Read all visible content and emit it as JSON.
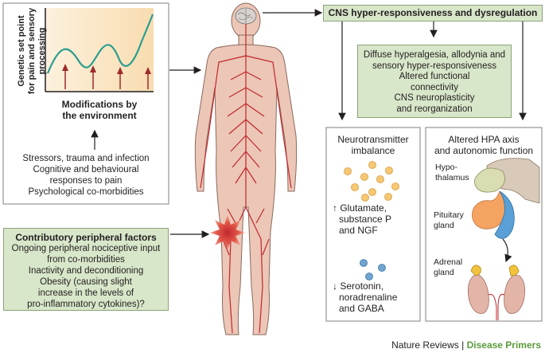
{
  "genetics": {
    "ylabel_lines": [
      "Genetic set point",
      "for pain and sensory",
      "processing"
    ],
    "xlabel_lines": [
      "Modifications by",
      "the environment"
    ],
    "factors": [
      "Stressors, trauma and infection",
      "Cognitive and behavioural",
      "responses to pain",
      "Psychological co-morbidities"
    ]
  },
  "peripheral": {
    "title": "Contributory peripheral factors",
    "lines": [
      "Ongoing peripheral nociceptive input",
      "from co-morbidities",
      "Inactivity and deconditioning",
      "Obesity (causing slight",
      "increase in the levels of",
      "pro-inflammatory cytokines)?"
    ]
  },
  "cns": {
    "title": "CNS hyper-responsiveness and dysregulation",
    "effects": [
      "Diffuse hyperalgesia, allodynia and",
      "sensory hyper-responsiveness",
      "Altered functional",
      "connectivity",
      "CNS neuroplasticity",
      "and reorganization"
    ]
  },
  "neurotransmitter": {
    "title_lines": [
      "Neurotransmitter",
      "imbalance"
    ],
    "up_arrow": "↑",
    "up_lines": [
      "Glutamate,",
      "substance P",
      "and NGF"
    ],
    "down_arrow": "↓",
    "down_lines": [
      "Serotonin,",
      "noradrenaline",
      "and GABA"
    ],
    "up_color": "#f7c873",
    "down_color": "#6fa4cf"
  },
  "hpa": {
    "title_lines": [
      "Altered HPA axis",
      "and autonomic function"
    ],
    "hypothalamus_lines": [
      "Hypo-",
      "thalamus"
    ],
    "pituitary_lines": [
      "Pituitary",
      "gland"
    ],
    "adrenal_lines": [
      "Adrenal",
      "gland"
    ]
  },
  "footer": {
    "journal": "Nature Reviews",
    "separator": "|",
    "series": "Disease Primers",
    "series_color": "#5a9a3c"
  },
  "colors": {
    "nerve": "#c0272d",
    "skin": "#ecc6b6",
    "box_green": "#d8e6c9",
    "chart_bg": "#fbe9c9",
    "curve": "#2a9d8f"
  }
}
